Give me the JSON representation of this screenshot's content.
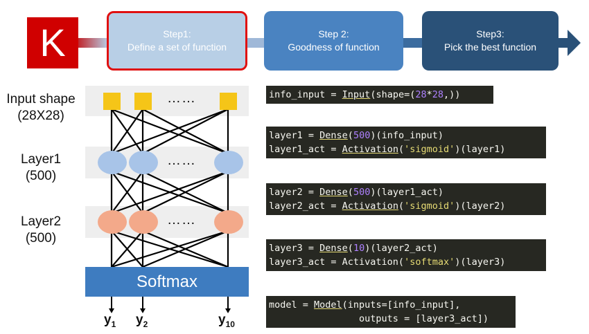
{
  "logo": {
    "letter": "K"
  },
  "steps": [
    {
      "line1": "Step1:",
      "line2": "Define a set of function"
    },
    {
      "line1": "Step 2:",
      "line2": "Goodness of function"
    },
    {
      "line1": "Step3:",
      "line2": "Pick the best function"
    }
  ],
  "labels": {
    "input_shape": "Input shape",
    "input_dims": "(28X28)",
    "layer1": "Layer1",
    "layer1_size": "(500)",
    "layer2": "Layer2",
    "layer2_size": "(500)",
    "dots": "……",
    "softmax": "Softmax"
  },
  "outputs": [
    {
      "base": "y",
      "sub": "1"
    },
    {
      "base": "y",
      "sub": "2"
    },
    {
      "base": "y",
      "sub": "10"
    }
  ],
  "code": {
    "c1": {
      "a": "info_input = ",
      "fn": "Input",
      "b": "(shape=(",
      "n1": "28",
      "c": "*",
      "n2": "28",
      "d": ",))"
    },
    "c2": {
      "l1a": "layer1 = ",
      "l1fn": "Dense",
      "l1b": "(",
      "l1n": "500",
      "l1c": ")(info_input)",
      "l2a": "layer1_act = ",
      "l2fn": "Activation",
      "l2b": "(",
      "l2s": "'sigmoid'",
      "l2c": ")(layer1)"
    },
    "c3": {
      "l1a": "layer2 = ",
      "l1fn": "Dense",
      "l1b": "(",
      "l1n": "500",
      "l1c": ")(layer1_act)",
      "l2a": "layer2_act = ",
      "l2fn": "Activation",
      "l2b": "(",
      "l2s": "'sigmoid'",
      "l2c": ")(layer2)"
    },
    "c4": {
      "l1a": "layer3 = ",
      "l1fn": "Dense",
      "l1b": "(",
      "l1n": "10",
      "l1c": ")(layer2_act)",
      "l2a": "layer3_act = Activation(",
      "l2s": "'softmax'",
      "l2c": ")(layer3)"
    },
    "c5": {
      "l1a": "model = ",
      "l1fn": "Model",
      "l1b": "(inputs=[info_input],",
      "l2": "                outputs = [layer3_act])"
    }
  },
  "colors": {
    "logo": "#d00000",
    "step1": "#b8cfe6",
    "step1_border": "#e01010",
    "step2": "#4a83c1",
    "step3": "#2a5178",
    "input_unit": "#f5c518",
    "layer1_unit": "#a8c4e8",
    "layer2_unit": "#f3a98a",
    "softmax": "#3e7cc0",
    "code_bg": "#272822"
  }
}
